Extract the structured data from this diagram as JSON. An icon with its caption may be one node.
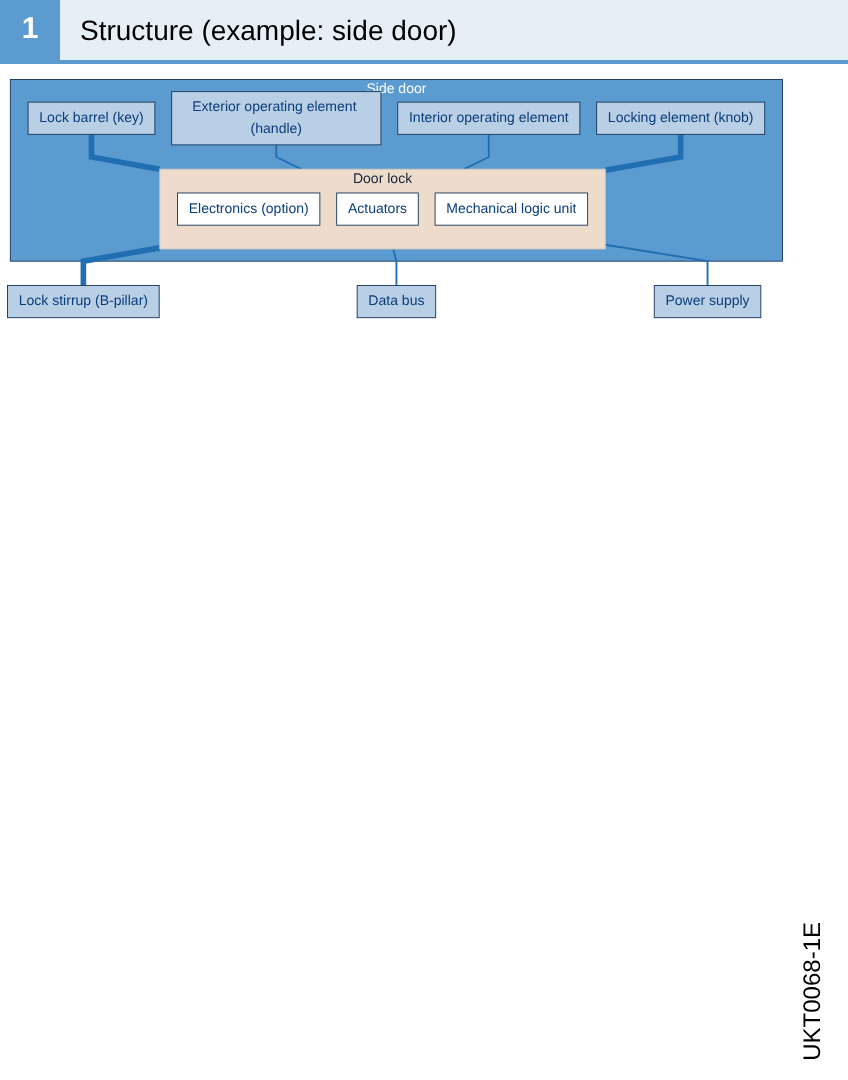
{
  "diagram": {
    "title": "Structure (example: side door)",
    "nodes": [
      {
        "text": [
          "Side door"
        ]
      },
      {
        "text": [
          "Lock barrel (key)"
        ],
        "in": 0
      },
      {
        "text": [
          "Locking element (knob)"
        ],
        "in": 0
      },
      {
        "text": [
          "Exterior operating element (handle)"
        ],
        "in": 0
      },
      {
        "text": [
          "Interior operating element"
        ],
        "in": 0
      },
      {
        "text": [
          "Door lock"
        ],
        "in": 0
      },
      {
        "text": [
          "Electronics (option)"
        ],
        "in": 5
      },
      {
        "text": [
          "Actuators"
        ],
        "in": 5
      },
      {
        "text": [
          "Mechanical logic unit"
        ],
        "in": 5
      },
      {
        "text": [
          "Lock stirrup (B-pillar)"
        ]
      },
      {
        "text": [
          "Data bus"
        ]
      },
      {
        "text": [
          "Power supply"
        ]
      }
    ],
    "edges": [
      {
        "from": 1,
        "to": 5,
        "arrow": "none",
        "style": "thick"
      },
      {
        "from": 3,
        "to": 5,
        "arrow": "none"
      },
      {
        "from": 4,
        "to": 5,
        "arrow": "none"
      },
      {
        "from": 2,
        "to": 5,
        "arrow": "none",
        "style": "thick"
      },
      {
        "from": 5,
        "to": 9,
        "arrow": "none",
        "style": "thick"
      },
      {
        "from": 5,
        "to": 10,
        "arrow": "none"
      },
      {
        "from": 5,
        "to": 11,
        "arrow": "none"
      }
    ],
    "labels": [
      "1",
      "UKT0068-1E"
    ]
  }
}
